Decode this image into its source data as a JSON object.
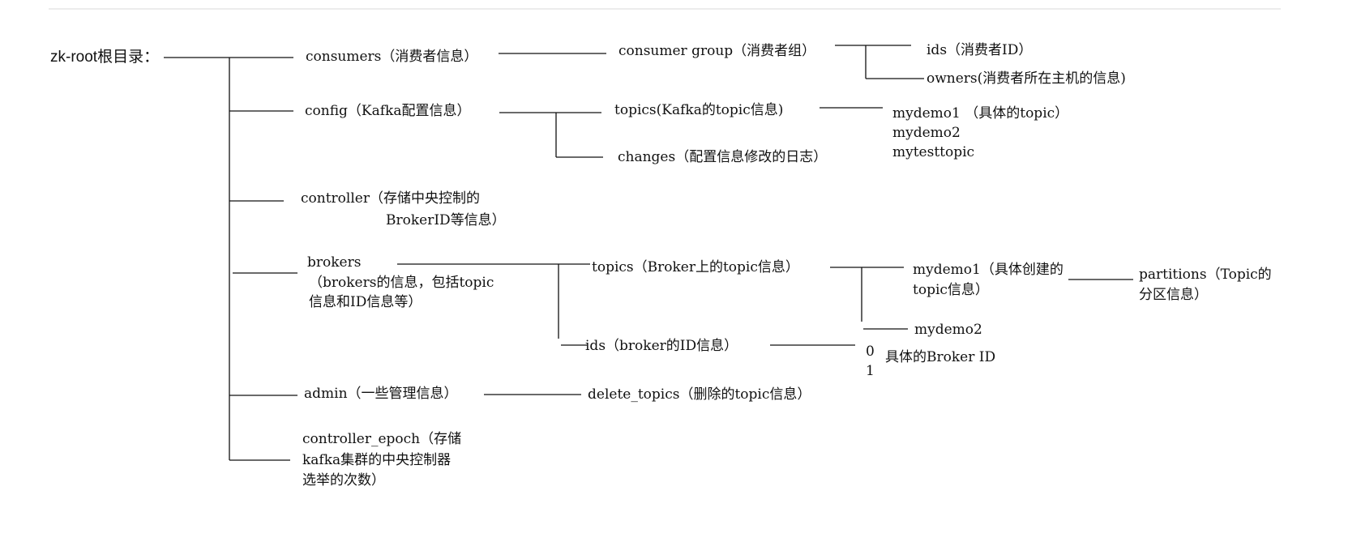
{
  "root": "zk-root根目录：",
  "nodes": {
    "consumers": "consumers（消费者信息）",
    "consumer_group": "consumer group（消费者组）",
    "ids_consumer": "ids（消费者ID）",
    "owners": "owners(消费者所在主机的信息)",
    "config": "config（Kafka配置信息）",
    "config_topics": "topics(Kafka的topic信息)",
    "changes": "changes（配置信息修改的日志）",
    "mydemo1_a": "mydemo1 （具体的topic）",
    "mydemo2_a": "mydemo2",
    "mytesttopic": "mytesttopic",
    "controller_1": "controller（存储中央控制的",
    "controller_2": "BrokerID等信息）",
    "brokers_1": "brokers",
    "brokers_2": "（brokers的信息，包括topic",
    "brokers_3": "信息和ID信息等）",
    "broker_topics": "topics（Broker上的topic信息）",
    "mydemo1_b_1": "mydemo1（具体创建的",
    "mydemo1_b_2": "topic信息）",
    "partitions_1": "partitions（Topic的",
    "partitions_2": "分区信息）",
    "mydemo2_b": "mydemo2",
    "broker_ids": "ids（broker的ID信息）",
    "id_0": "0",
    "id_1": "1",
    "broker_id_desc": "具体的Broker ID",
    "admin": "admin（一些管理信息）",
    "delete_topics": "delete_topics（删除的topic信息）",
    "controller_epoch_1": "controller_epoch（存储",
    "controller_epoch_2": "kafka集群的中央控制器",
    "controller_epoch_3": "选举的次数）"
  }
}
